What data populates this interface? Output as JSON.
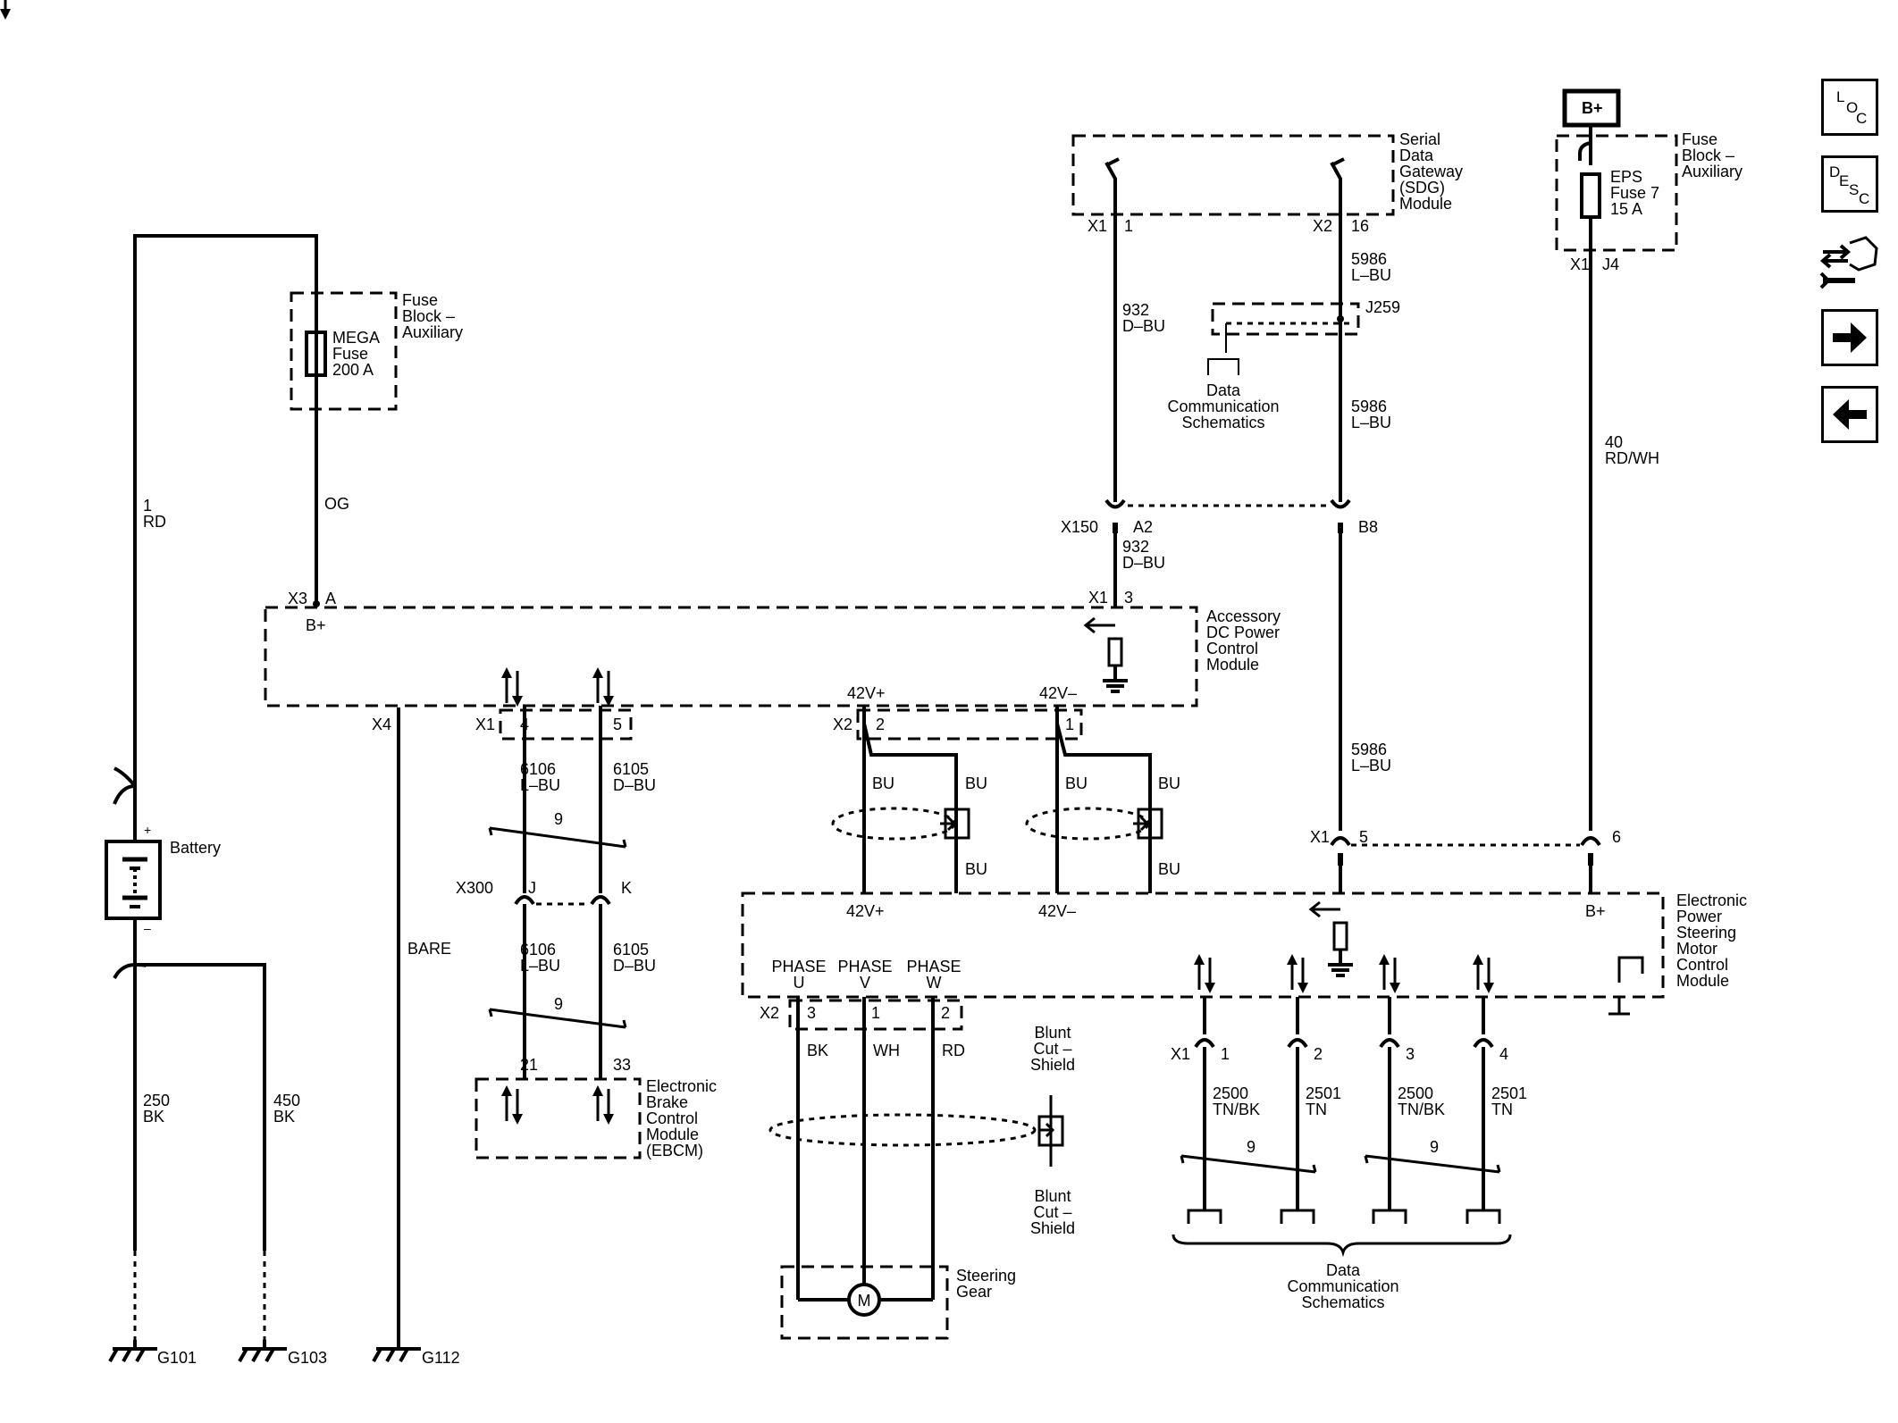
{
  "toolbar": {
    "loc": [
      "L",
      "O",
      "C"
    ],
    "desc": [
      "D",
      "E",
      "S",
      "C"
    ]
  },
  "labels": {
    "fuse_block_aux": [
      "Fuse",
      "Block –",
      "Auxiliary"
    ],
    "mega_fuse": [
      "MEGA",
      "Fuse",
      "200 A"
    ],
    "bplus_box": "B+",
    "sdg_module": [
      "Serial",
      "Data",
      "Gateway",
      "(SDG)",
      "Module"
    ],
    "eps_fuse": [
      "EPS",
      "Fuse 7",
      "15 A"
    ],
    "wire_1_rd": [
      "1",
      "RD"
    ],
    "wire_og": "OG",
    "x3": "X3",
    "pin_a": "A",
    "bplus_a": "B+",
    "x1_sdg": "X1",
    "pin_1": "1",
    "x2_sdg": "X2",
    "pin_16": "16",
    "wire_5986_top": [
      "5986",
      "L–BU"
    ],
    "j259": "J259",
    "wire_932_top": [
      "932",
      "D–BU"
    ],
    "data_comm_1": [
      "Data",
      "Communication",
      "Schematics"
    ],
    "wire_5986_mid": [
      "5986",
      "L–BU"
    ],
    "x1_fuse": "X1",
    "pin_j4": "J4",
    "wire_40": [
      "40",
      "RD/WH"
    ],
    "x150": "X150",
    "pin_a2": "A2",
    "wire_932_mid": [
      "932",
      "D–BU"
    ],
    "pin_b8": "B8",
    "x1_acc": "X1",
    "pin_3": "3",
    "acc_module": [
      "Accessory",
      "DC Power",
      "Control",
      "Module"
    ],
    "x4": "X4",
    "x1_can": "X1",
    "pin_4": "4",
    "pin_5": "5",
    "x2_42": "X2",
    "lbl_42vp": "42V+",
    "pin_2_42": "2",
    "lbl_42vm": "42V–",
    "pin_1_42": "1",
    "wire_6106_a": [
      "6106",
      "L–BU"
    ],
    "wire_6105_a": [
      "6105",
      "D–BU"
    ],
    "twist_9_a": "9",
    "bu": "BU",
    "battery": "Battery",
    "batt_plus": "+",
    "batt_minus": "–",
    "x300": "X300",
    "pin_j": "J",
    "pin_k": "K",
    "bare": "BARE",
    "wire_6106_b": [
      "6106",
      "L–BU"
    ],
    "wire_6105_b": [
      "6105",
      "D–BU"
    ],
    "twist_9_b": "9",
    "pin_21": "21",
    "pin_33": "33",
    "ebcm": [
      "Electronic",
      "Brake",
      "Control",
      "Module",
      "(EBCM)"
    ],
    "wire_5986_low": [
      "5986",
      "L–BU"
    ],
    "x1_eps": "X1",
    "pin_5_eps": "5",
    "pin_6_eps": "6",
    "eps_module": [
      "Electronic",
      "Power",
      "Steering",
      "Motor",
      "Control",
      "Module"
    ],
    "bplus_eps": "B+",
    "lbl_42vp_eps": "42V+",
    "lbl_42vm_eps": "42V–",
    "phase_u": [
      "PHASE",
      "U"
    ],
    "phase_v": [
      "PHASE",
      "V"
    ],
    "phase_w": [
      "PHASE",
      "W"
    ],
    "x2_phase": "X2",
    "pin_3_ph": "3",
    "pin_1_ph": "1",
    "pin_2_ph": "2",
    "bk": "BK",
    "wh": "WH",
    "rd": "RD",
    "blunt_cut_top": [
      "Blunt",
      "Cut –",
      "Shield"
    ],
    "blunt_cut_bot": [
      "Blunt",
      "Cut –",
      "Shield"
    ],
    "steering_gear": [
      "Steering",
      "Gear"
    ],
    "motor": "M",
    "x1_can2": "X1",
    "can_pins": [
      "1",
      "2",
      "3",
      "4"
    ],
    "wire_2500_a": [
      "2500",
      "TN/BK"
    ],
    "wire_2501_a": [
      "2501",
      "TN"
    ],
    "wire_2500_b": [
      "2500",
      "TN/BK"
    ],
    "wire_2501_b": [
      "2501",
      "TN"
    ],
    "twist_9_c": "9",
    "twist_9_d": "9",
    "data_comm_2": [
      "Data",
      "Communication",
      "Schematics"
    ],
    "wire_250": [
      "250",
      "BK"
    ],
    "wire_450": [
      "450",
      "BK"
    ],
    "g101": "G101",
    "g103": "G103",
    "g112": "G112"
  }
}
